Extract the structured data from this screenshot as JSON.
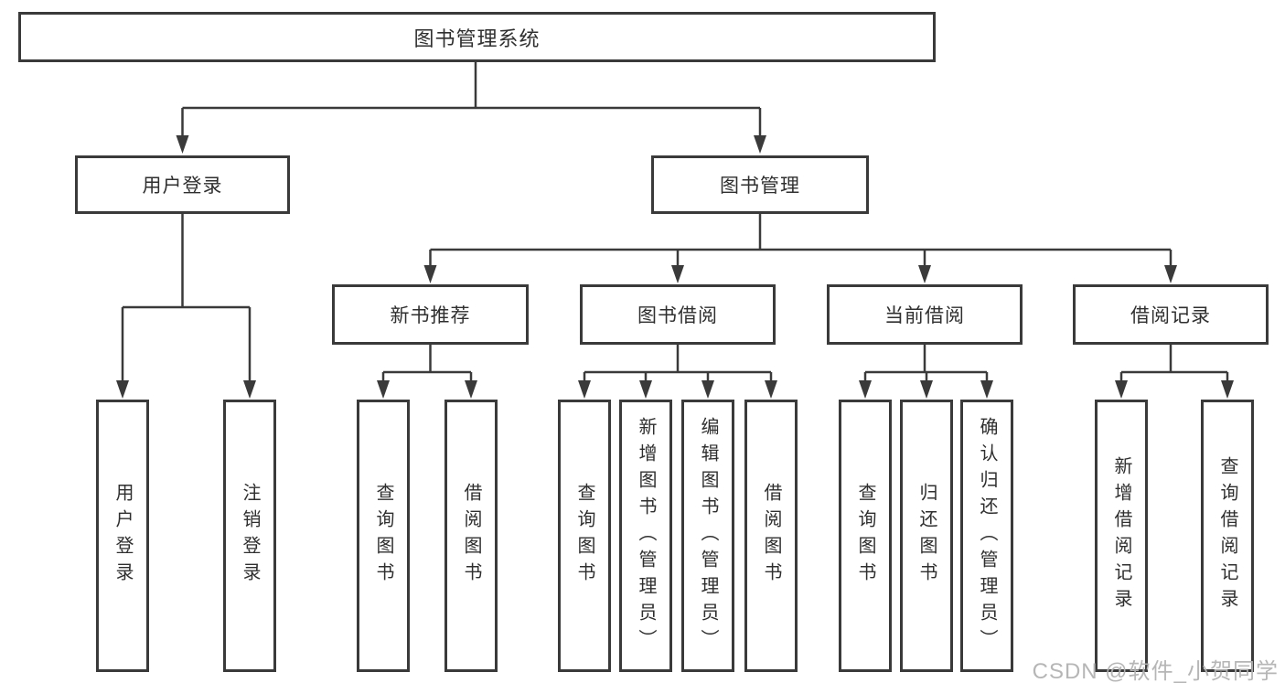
{
  "title": "图书管理系统",
  "watermark": "CSDN @软件_小贺同学",
  "colors": {
    "line": "#3a3a3a",
    "text": "#2f2f2f",
    "watermark": "#b2b2b2",
    "background": "#ffffff"
  },
  "tree": {
    "root": {
      "label": "图书管理系统"
    },
    "level2": [
      {
        "label": "用户登录"
      },
      {
        "label": "图书管理"
      }
    ],
    "level3": [
      {
        "label": "新书推荐",
        "parent": "图书管理"
      },
      {
        "label": "图书借阅",
        "parent": "图书管理"
      },
      {
        "label": "当前借阅",
        "parent": "图书管理"
      },
      {
        "label": "借阅记录",
        "parent": "图书管理"
      }
    ],
    "leaves": [
      {
        "label": "用户登录",
        "parent": "用户登录"
      },
      {
        "label": "注销登录",
        "parent": "用户登录"
      },
      {
        "label": "查询图书",
        "parent": "新书推荐"
      },
      {
        "label": "借阅图书",
        "parent": "新书推荐"
      },
      {
        "label": "查询图书",
        "parent": "图书借阅"
      },
      {
        "label": "新增图书（管理员）",
        "parent": "图书借阅"
      },
      {
        "label": "编辑图书（管理员）",
        "parent": "图书借阅"
      },
      {
        "label": "借阅图书",
        "parent": "图书借阅"
      },
      {
        "label": "查询图书",
        "parent": "当前借阅"
      },
      {
        "label": "归还图书",
        "parent": "当前借阅"
      },
      {
        "label": "确认归还（管理员）",
        "parent": "当前借阅"
      },
      {
        "label": "新增借阅记录",
        "parent": "借阅记录"
      },
      {
        "label": "查询借阅记录",
        "parent": "借阅记录"
      }
    ]
  }
}
